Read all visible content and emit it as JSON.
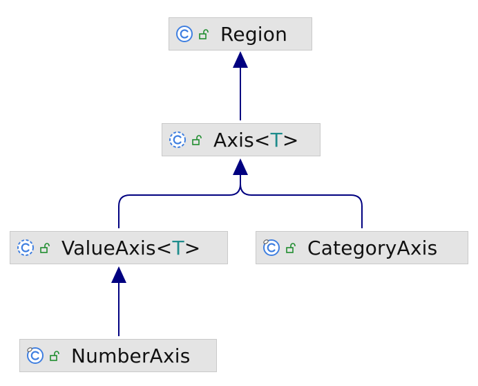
{
  "colors": {
    "node_bg": "#e4e4e4",
    "node_border": "#c9c9c9",
    "edge": "#000080",
    "class_icon": "#3f7fe0",
    "lock_icon": "#1e8c2e",
    "type_param": "#1e8c8c"
  },
  "nodes": [
    {
      "id": "region",
      "name": "Region",
      "type_param": "",
      "icon": "class-icon",
      "access_icon": "unlocked-icon"
    },
    {
      "id": "axis",
      "name": "Axis",
      "type_param": "T",
      "icon": "abstract-class-icon",
      "access_icon": "unlocked-icon"
    },
    {
      "id": "valueaxis",
      "name": "ValueAxis",
      "type_param": "T",
      "icon": "abstract-class-icon",
      "access_icon": "unlocked-icon"
    },
    {
      "id": "categoryaxis",
      "name": "CategoryAxis",
      "type_param": "",
      "icon": "final-class-icon",
      "access_icon": "unlocked-icon"
    },
    {
      "id": "numberaxis",
      "name": "NumberAxis",
      "type_param": "",
      "icon": "final-class-icon",
      "access_icon": "unlocked-icon"
    }
  ],
  "edges": [
    {
      "from": "axis",
      "to": "region"
    },
    {
      "from": "valueaxis",
      "to": "axis"
    },
    {
      "from": "categoryaxis",
      "to": "axis"
    },
    {
      "from": "numberaxis",
      "to": "valueaxis"
    }
  ]
}
